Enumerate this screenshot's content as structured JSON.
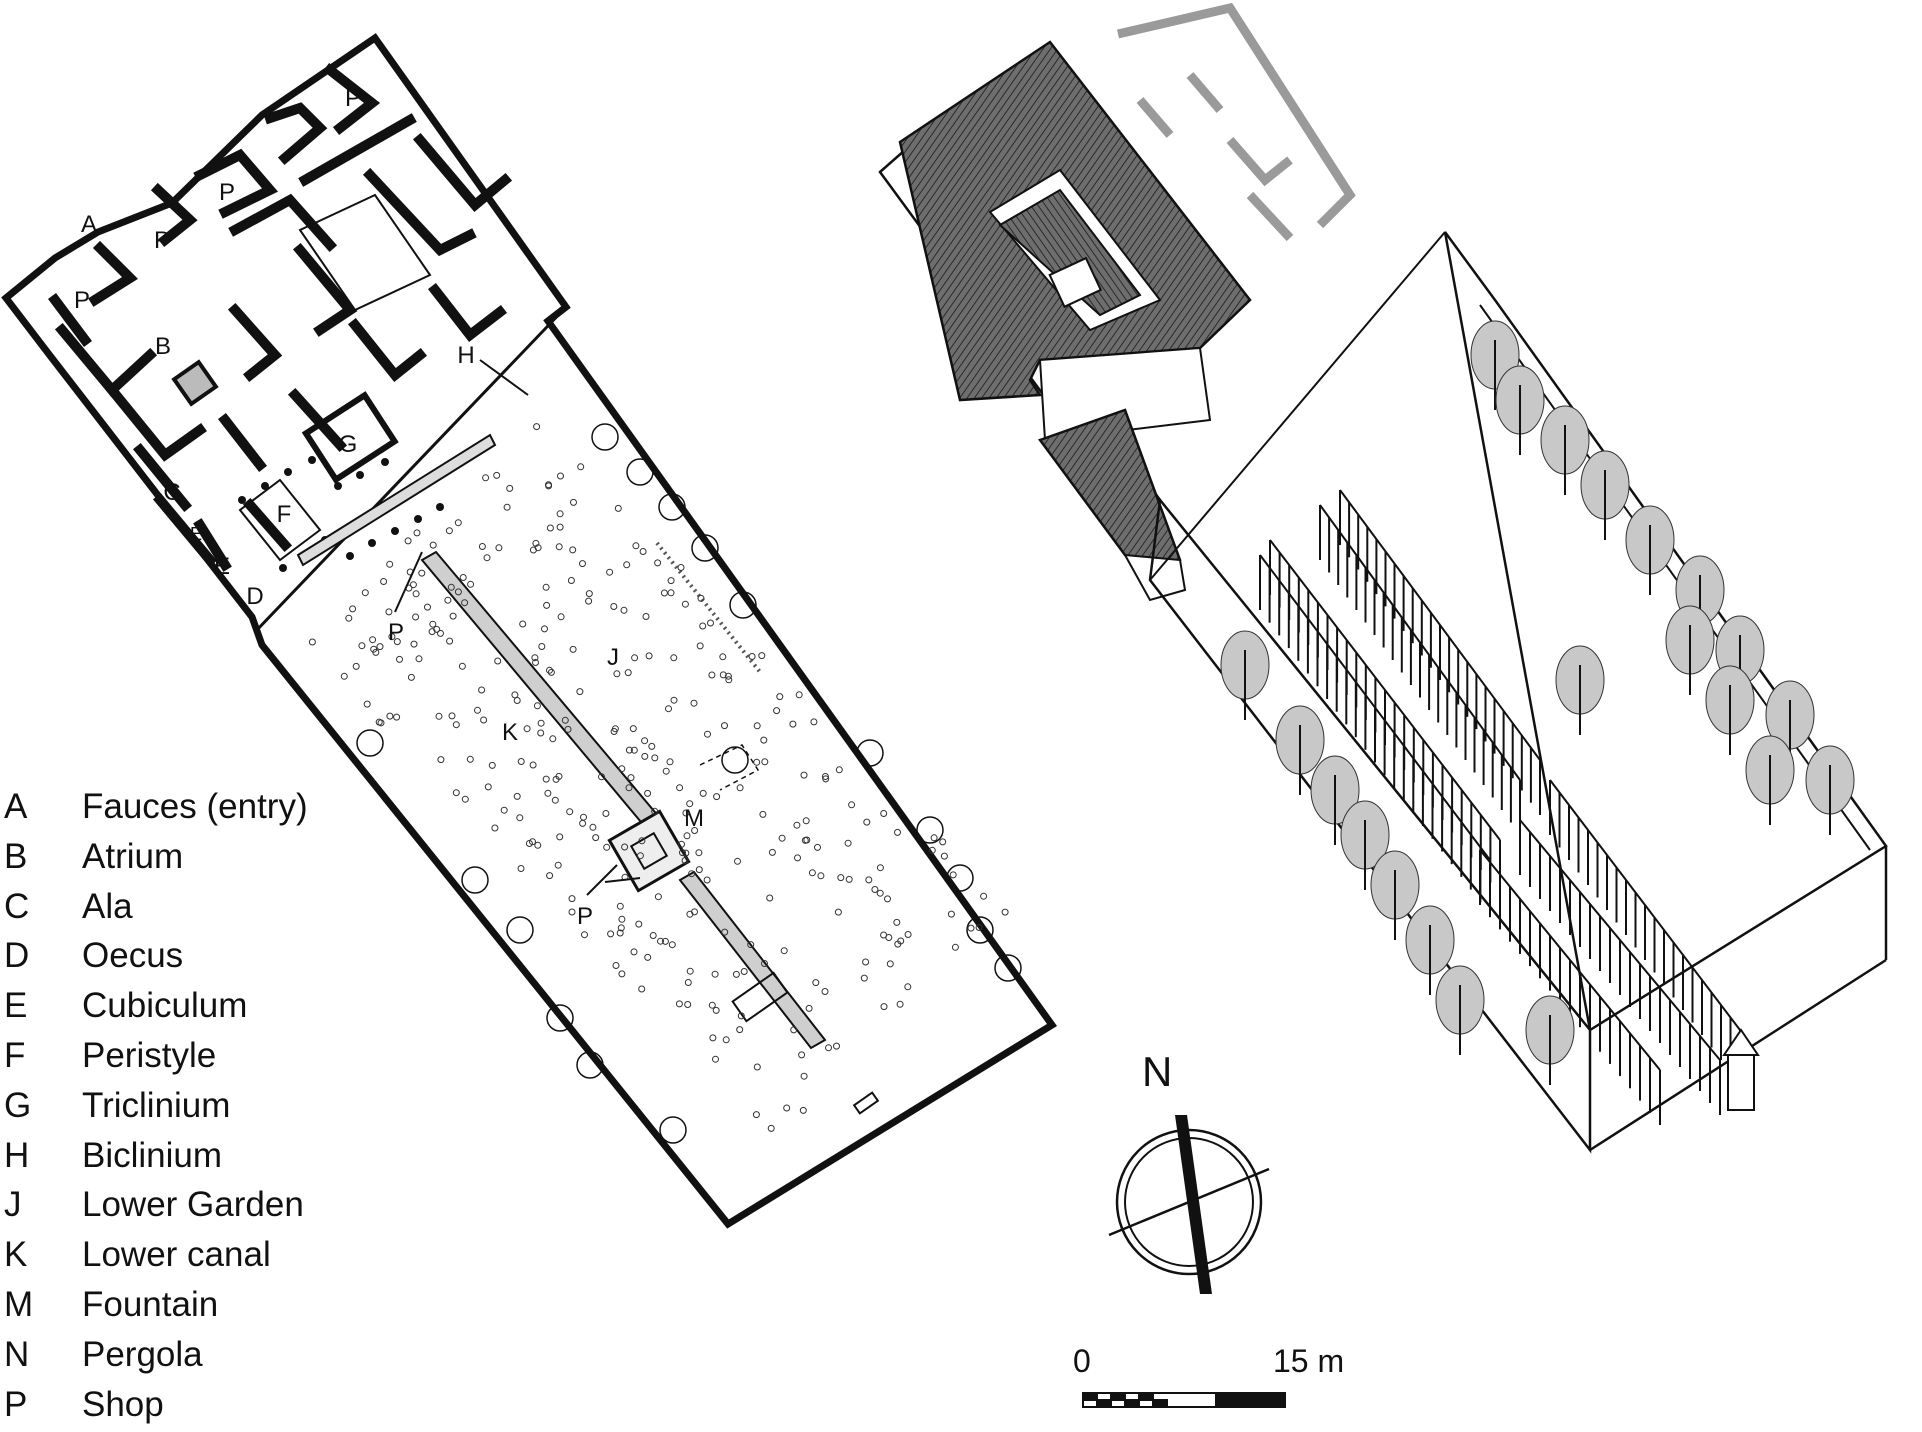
{
  "plan_labels": {
    "A": "A",
    "B": "B",
    "C": "C",
    "D": "D",
    "E": "E",
    "F": "F",
    "G": "G",
    "H": "H",
    "J": "J",
    "K": "K",
    "M": "M",
    "P": "P"
  },
  "legend": [
    {
      "letter": "A",
      "name": "Fauces (entry)"
    },
    {
      "letter": "B",
      "name": "Atrium"
    },
    {
      "letter": "C",
      "name": "Ala"
    },
    {
      "letter": "D",
      "name": "Oecus"
    },
    {
      "letter": "E",
      "name": "Cubiculum"
    },
    {
      "letter": "F",
      "name": "Peristyle"
    },
    {
      "letter": "G",
      "name": "Triclinium"
    },
    {
      "letter": "H",
      "name": "Biclinium"
    },
    {
      "letter": "J",
      "name": "Lower Garden"
    },
    {
      "letter": "K",
      "name": "Lower canal"
    },
    {
      "letter": "M",
      "name": "Fountain"
    },
    {
      "letter": "N",
      "name": "Pergola"
    },
    {
      "letter": "P",
      "name": "Shop"
    }
  ],
  "compass": {
    "north_label": "N"
  },
  "scale_bar": {
    "start_label": "0",
    "end_label": "15 m"
  },
  "colors": {
    "ink": "#111111",
    "roof_fill": "#6e6e6e",
    "tree_fill": "#c8c8c8",
    "ghost_wall": "#9a9a9a"
  }
}
